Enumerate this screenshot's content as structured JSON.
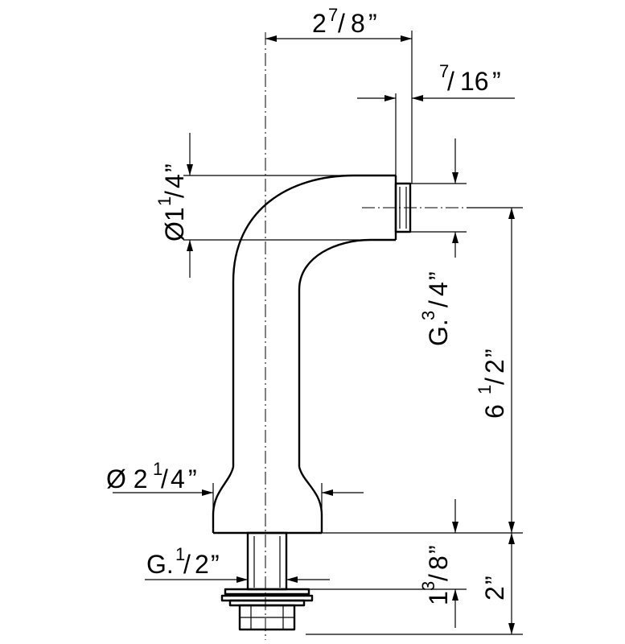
{
  "drawing": {
    "dimensions": {
      "width_top": {
        "whole": "2",
        "num": "7",
        "den": "8",
        "unit": "”"
      },
      "nozzle_length": {
        "num": "7",
        "den": "16",
        "unit": "”"
      },
      "spout_diameter": {
        "prefix": "Ø1",
        "num": "1",
        "den": "4",
        "unit": "”"
      },
      "outlet_thread": {
        "prefix": "G.",
        "num": "3",
        "den": "4",
        "unit": "”"
      },
      "height": {
        "whole": "6 ",
        "num": "1",
        "den": "2",
        "unit": "”"
      },
      "base_diameter": {
        "prefix": "Ø 2",
        "num": "1",
        "den": "4",
        "unit": "”"
      },
      "inlet_thread": {
        "prefix": "G.",
        "num": "1",
        "den": "2",
        "unit": "”"
      },
      "shank_height": {
        "whole": "1",
        "num": "3",
        "den": "8",
        "unit": "”"
      },
      "thread_length": {
        "whole": "2",
        "unit": "”"
      }
    }
  }
}
